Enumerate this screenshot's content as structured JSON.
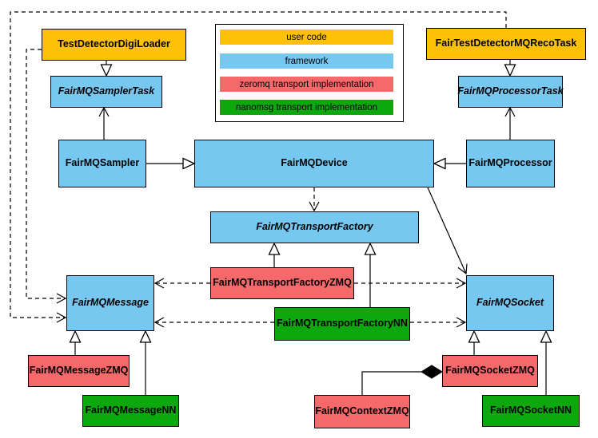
{
  "legend": {
    "items": [
      {
        "label": "user code",
        "color": "#FFC107"
      },
      {
        "label": "framework",
        "color": "#76C8F0"
      },
      {
        "label": "zeromq transport implementation",
        "color": "#F5696B"
      },
      {
        "label": "nanomsg transport implementation",
        "color": "#0DA80D"
      }
    ]
  },
  "colors": {
    "user_code": "#FFC107",
    "framework": "#76C8F0",
    "zeromq": "#F5696B",
    "nanomsg": "#0DA80D",
    "line": "#000000",
    "background": "#FFFFFF"
  },
  "nodes": {
    "testDetectorDigiLoader": {
      "label": "TestDetectorDigiLoader",
      "category": "user code",
      "abstract": false
    },
    "fairTestDetectorMQRecoTask": {
      "label": "FairTestDetectorMQRecoTask",
      "category": "user code",
      "abstract": false
    },
    "samplerTask": {
      "label": "FairMQSamplerTask",
      "category": "framework",
      "abstract": true
    },
    "processorTask": {
      "label": "FairMQProcessorTask",
      "category": "framework",
      "abstract": true
    },
    "sampler": {
      "label": "FairMQSampler",
      "category": "framework",
      "abstract": false
    },
    "device": {
      "label": "FairMQDevice",
      "category": "framework",
      "abstract": false
    },
    "processor": {
      "label": "FairMQProcessor",
      "category": "framework",
      "abstract": false
    },
    "transportFactory": {
      "label": "FairMQTransportFactory",
      "category": "framework",
      "abstract": true
    },
    "transportFactoryZMQ": {
      "label": "FairMQTransportFactoryZMQ",
      "category": "zeromq",
      "abstract": false
    },
    "transportFactoryNN": {
      "label": "FairMQTransportFactoryNN",
      "category": "nanomsg",
      "abstract": false
    },
    "message": {
      "label": "FairMQMessage",
      "category": "framework",
      "abstract": true
    },
    "socket": {
      "label": "FairMQSocket",
      "category": "framework",
      "abstract": true
    },
    "messageZMQ": {
      "label": "FairMQMessageZMQ",
      "category": "zeromq",
      "abstract": false
    },
    "messageNN": {
      "label": "FairMQMessageNN",
      "category": "nanomsg",
      "abstract": false
    },
    "contextZMQ": {
      "label": "FairMQContextZMQ",
      "category": "zeromq",
      "abstract": false
    },
    "socketZMQ": {
      "label": "FairMQSocketZMQ",
      "category": "zeromq",
      "abstract": false
    },
    "socketNN": {
      "label": "FairMQSocketNN",
      "category": "nanomsg",
      "abstract": false
    }
  },
  "edges": [
    {
      "from": "TestDetectorDigiLoader",
      "to": "FairMQSamplerTask",
      "type": "inheritance"
    },
    {
      "from": "FairTestDetectorMQRecoTask",
      "to": "FairMQProcessorTask",
      "type": "inheritance"
    },
    {
      "from": "FairMQSampler",
      "to": "FairMQDevice",
      "type": "inheritance"
    },
    {
      "from": "FairMQProcessor",
      "to": "FairMQDevice",
      "type": "inheritance"
    },
    {
      "from": "FairMQTransportFactoryZMQ",
      "to": "FairMQTransportFactory",
      "type": "inheritance"
    },
    {
      "from": "FairMQTransportFactoryNN",
      "to": "FairMQTransportFactory",
      "type": "inheritance"
    },
    {
      "from": "FairMQMessageZMQ",
      "to": "FairMQMessage",
      "type": "inheritance"
    },
    {
      "from": "FairMQMessageNN",
      "to": "FairMQMessage",
      "type": "inheritance"
    },
    {
      "from": "FairMQSocketZMQ",
      "to": "FairMQSocket",
      "type": "inheritance"
    },
    {
      "from": "FairMQSocketNN",
      "to": "FairMQSocket",
      "type": "inheritance"
    },
    {
      "from": "FairMQSampler",
      "to": "FairMQSamplerTask",
      "type": "association"
    },
    {
      "from": "FairMQProcessor",
      "to": "FairMQProcessorTask",
      "type": "association"
    },
    {
      "from": "FairMQDevice",
      "to": "FairMQSocket",
      "type": "association"
    },
    {
      "from": "FairMQDevice",
      "to": "FairMQTransportFactory",
      "type": "dependency"
    },
    {
      "from": "TestDetectorDigiLoader",
      "to": "FairMQMessage",
      "type": "dependency"
    },
    {
      "from": "FairTestDetectorMQRecoTask",
      "to": "FairMQMessage",
      "type": "dependency"
    },
    {
      "from": "FairMQTransportFactoryZMQ",
      "to": "FairMQMessage",
      "type": "dependency"
    },
    {
      "from": "FairMQTransportFactoryZMQ",
      "to": "FairMQSocket",
      "type": "dependency"
    },
    {
      "from": "FairMQTransportFactoryNN",
      "to": "FairMQMessage",
      "type": "dependency"
    },
    {
      "from": "FairMQTransportFactoryNN",
      "to": "FairMQSocket",
      "type": "dependency"
    },
    {
      "from": "FairMQContextZMQ",
      "to": "FairMQSocketZMQ",
      "type": "composition"
    }
  ]
}
